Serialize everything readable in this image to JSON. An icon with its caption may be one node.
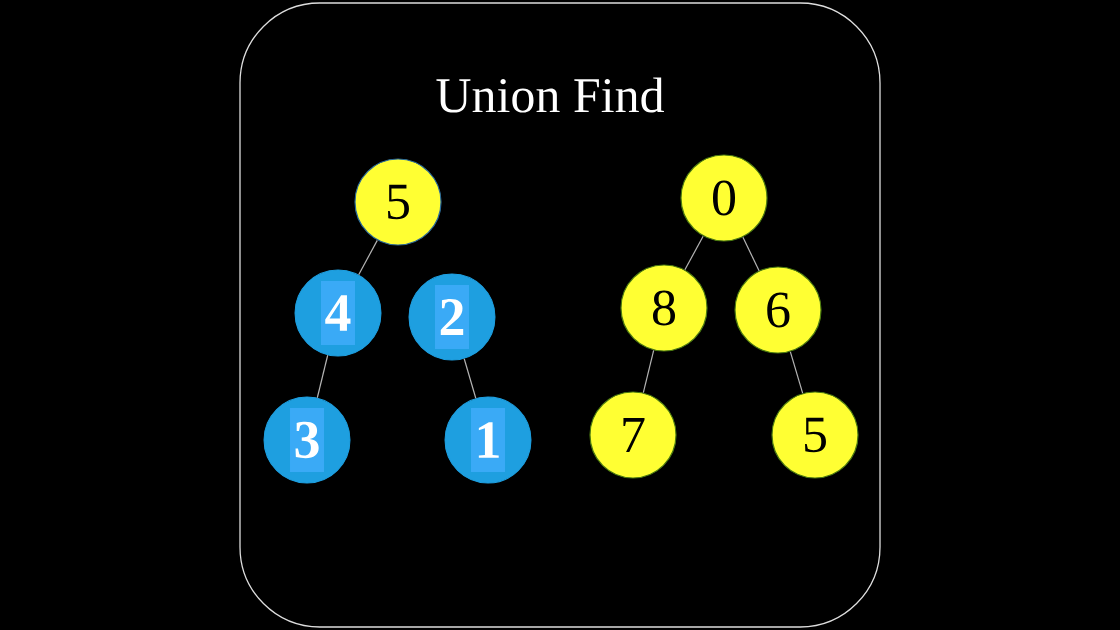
{
  "diagram": {
    "title": "Union Find",
    "nodes": [
      {
        "text": [
          "5"
        ]
      },
      {
        "text": [
          "4"
        ]
      },
      {
        "text": [
          "2"
        ]
      },
      {
        "text": [
          "3"
        ]
      },
      {
        "text": [
          "1"
        ]
      },
      {
        "text": [
          "0"
        ]
      },
      {
        "text": [
          "8"
        ]
      },
      {
        "text": [
          "6"
        ]
      },
      {
        "text": [
          "7"
        ]
      },
      {
        "text": [
          "5"
        ]
      }
    ],
    "edges": [
      {
        "from": 0,
        "to": 1,
        "arrow": "none"
      },
      {
        "from": 1,
        "to": 3,
        "arrow": "none"
      },
      {
        "from": 2,
        "to": 4,
        "arrow": "none"
      },
      {
        "from": 5,
        "to": 6,
        "arrow": "none"
      },
      {
        "from": 5,
        "to": 7,
        "arrow": "none"
      },
      {
        "from": 6,
        "to": 8,
        "arrow": "none"
      },
      {
        "from": 7,
        "to": 9,
        "arrow": "none"
      }
    ]
  }
}
